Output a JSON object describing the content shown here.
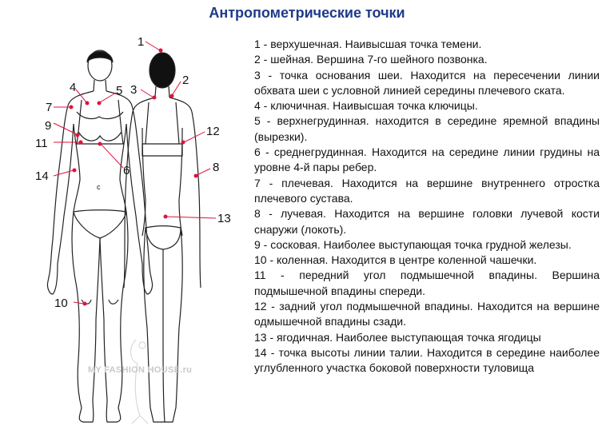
{
  "title": "Антропометрические точки",
  "watermark": "MY FASHION HOUSE.ru",
  "markers": [
    {
      "num": "1"
    },
    {
      "num": "2"
    },
    {
      "num": "3"
    },
    {
      "num": "4"
    },
    {
      "num": "5"
    },
    {
      "num": "6"
    },
    {
      "num": "7"
    },
    {
      "num": "8"
    },
    {
      "num": "9"
    },
    {
      "num": "10"
    },
    {
      "num": "11"
    },
    {
      "num": "12"
    },
    {
      "num": "13"
    },
    {
      "num": "14"
    }
  ],
  "navel_mark": "c",
  "colors": {
    "title": "#1f3a8a",
    "point": "#e0113b",
    "outline": "#222222"
  },
  "legend": [
    "1 - верхушечная. Наивысшая точка темени.",
    "2 - шейная. Вершина 7-го шейного позвонка.",
    "3 - точка основания шеи. Находится на пересечении линии обхвата шеи с условной линией середины плечевого ската.",
    "4 - ключичная. Наивысшая точка ключицы.",
    "5 - верхнегрудинная. находится в середине яремной впадины (вырезки).",
    "6 - среднегрудинная. Находится на середине линии груди­ны на уровне 4-й пары ребер.",
    "7 - плечевая. Находится на вершине внутреннего от­ростка плечевого сустава.",
    "8 - лучевая. Находится на вершине головки лучевой кости снаружи (локоть).",
    "9 - сосковая. Наиболее выступающая точка грудной железы.",
    "10 - коленная. Находится в центре коленной чашечки.",
    "11 - передний угол подмышечной впадины. Вершина подмышечной впадины спереди.",
    "12 - задний угол подмышечной впадины. Находится на вершине одмышечной впадины сзади.",
    "13 - ягодичная. Наиболее выступающая точка ягодицы",
    "14 - точка высоты линии талии. Находится в середине наиболее углубленного участка боковой поверхности туловища"
  ]
}
